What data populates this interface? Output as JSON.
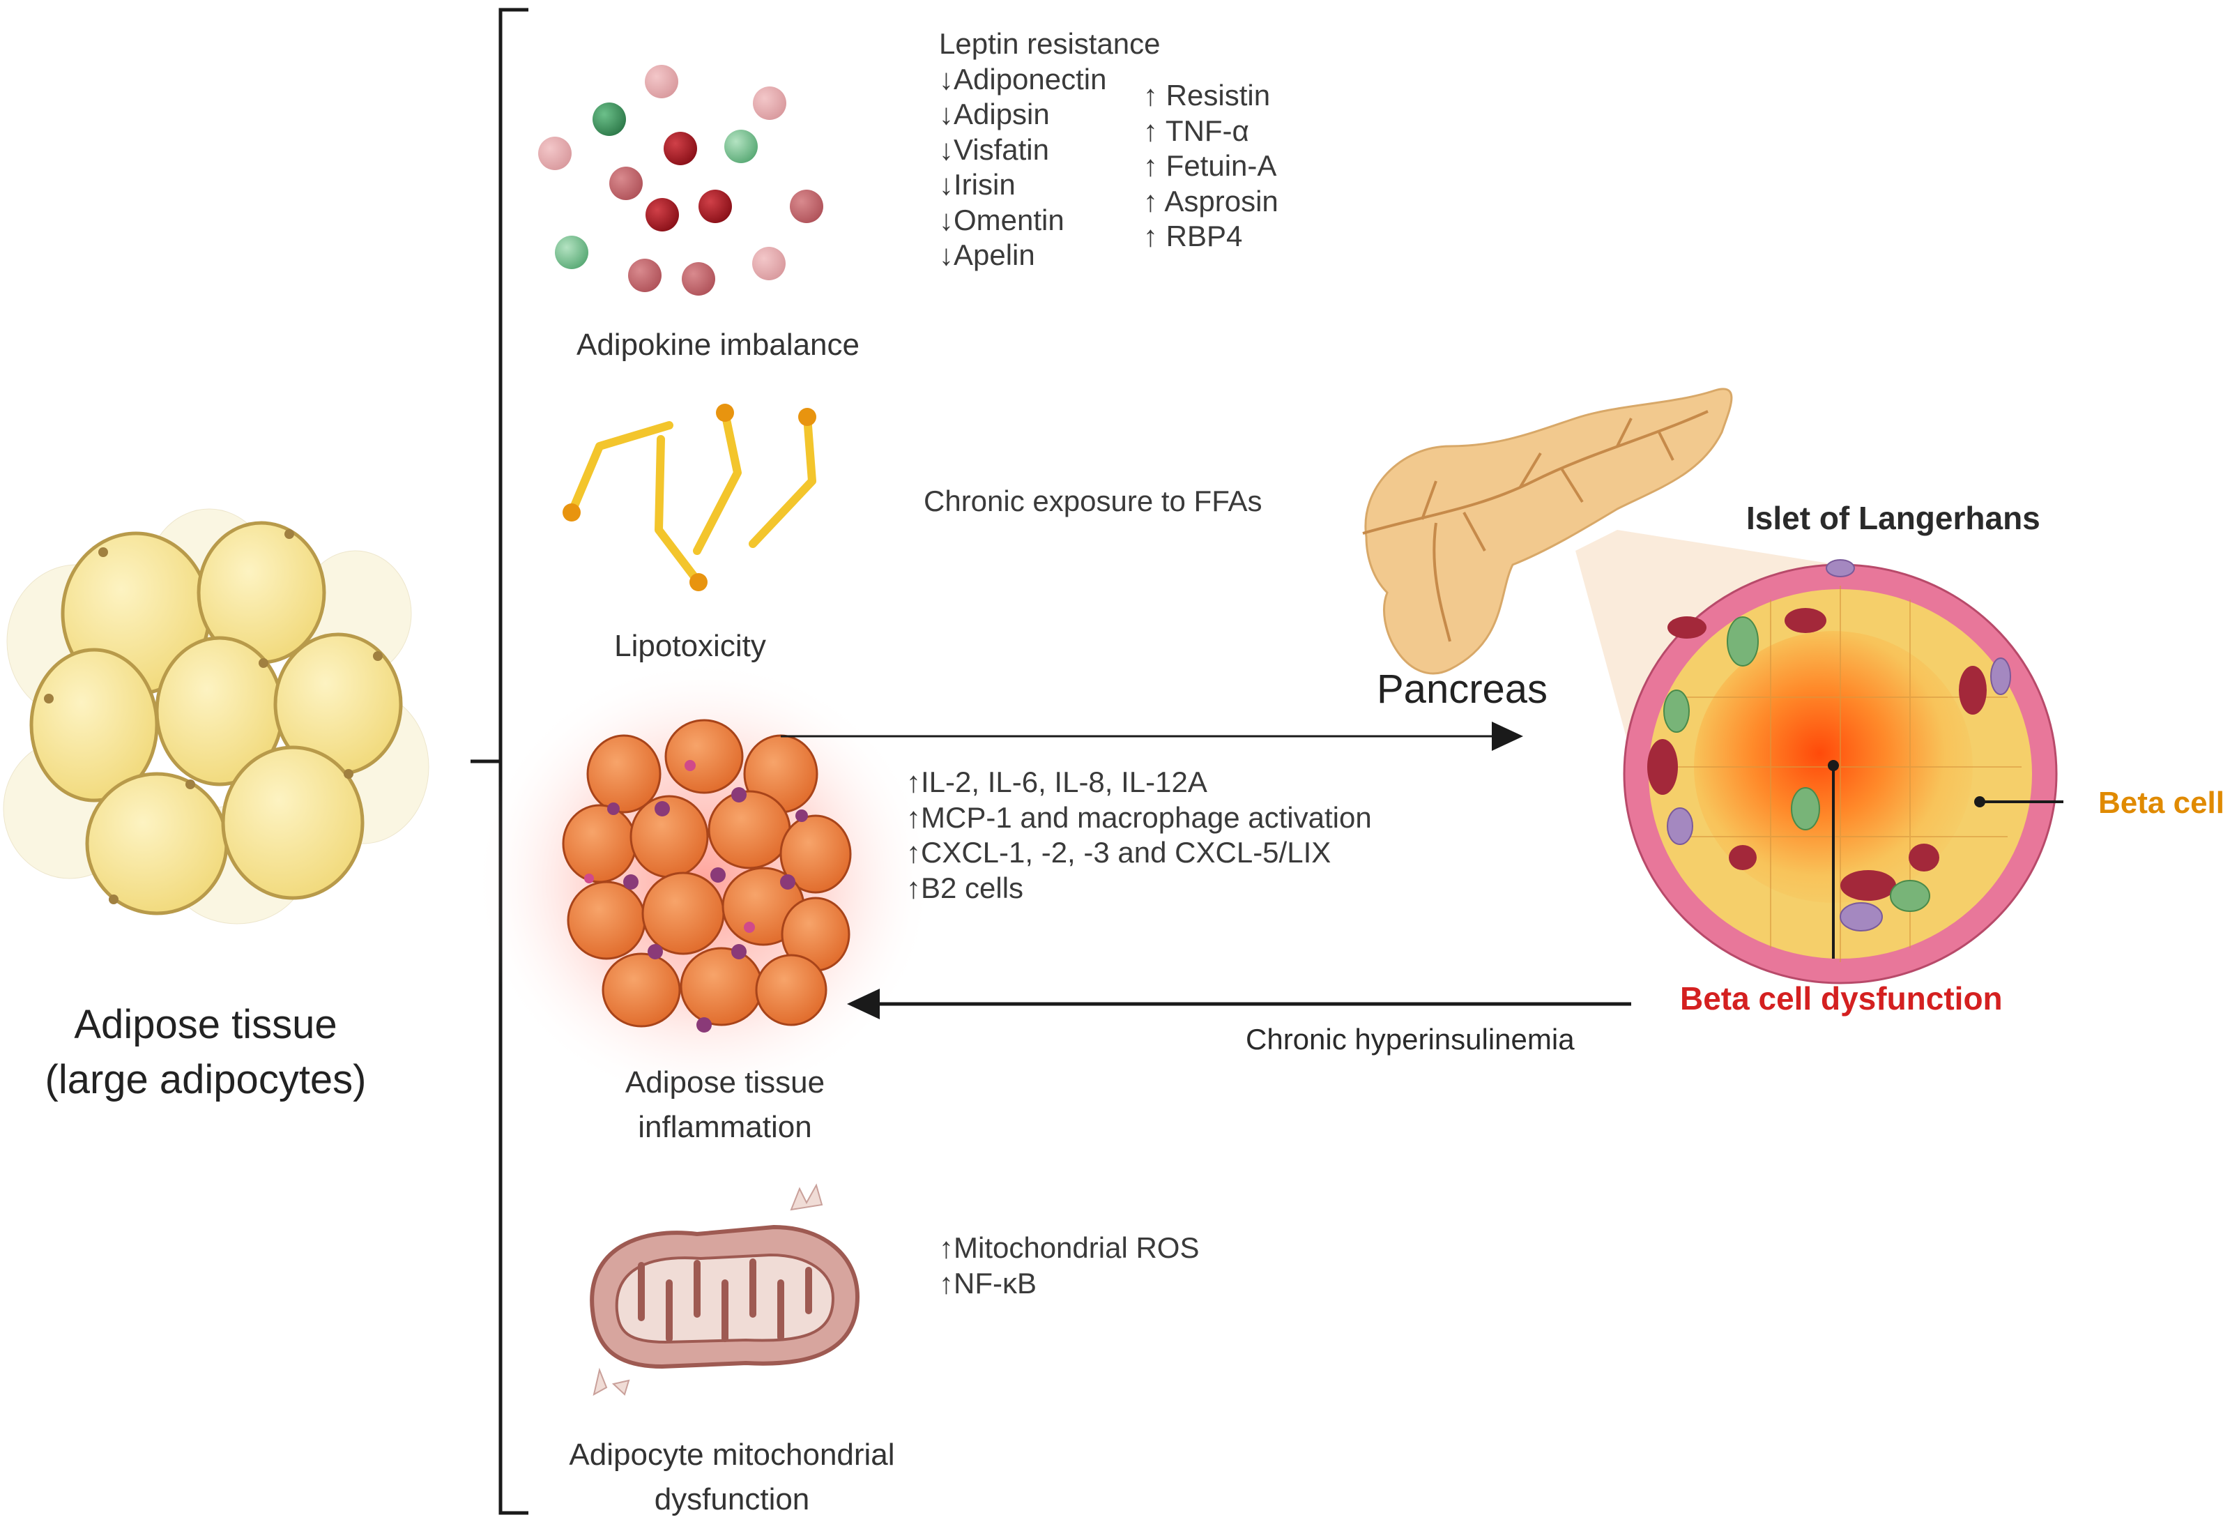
{
  "colors": {
    "adipocyte_fill": "#f8e9a6",
    "adipocyte_stroke": "#b89a4a",
    "lipid_chain": "#f3c52c",
    "lipid_head": "#e8940f",
    "inflammation_cell": "#ec8240",
    "inflammation_glow": "#ff6a5a",
    "pancreas": "#f2c98e",
    "islet_outer": "#e8779a",
    "islet_inner": "#f5cf6a",
    "islet_core": "#ff6a1a",
    "beta_cell_label": "#e08a00",
    "dysfunction_label": "#d42020",
    "mitochondria": "#c98a82",
    "adipokine_dark_red": "#9a1a22",
    "adipokine_light_red": "#e1a0a4",
    "adipokine_green": "#79c592"
  },
  "left": {
    "title_line1": "Adipose tissue",
    "title_line2": "(large adipocytes)"
  },
  "adipokines": {
    "label": "Adipokine imbalance",
    "decreased": [
      "Leptin resistance",
      "↓Adiponectin",
      "↓Adipsin",
      "↓Visfatin",
      "↓Irisin",
      "↓Omentin",
      "↓Apelin"
    ],
    "increased": [
      "↑ Resistin",
      "↑ TNF-α",
      "↑ Fetuin-A",
      "↑ Asprosin",
      "↑ RBP4"
    ]
  },
  "lipotoxicity": {
    "label": "Lipotoxicity",
    "description": "Chronic exposure to FFAs"
  },
  "inflammation": {
    "label_line1": "Adipose tissue",
    "label_line2": "inflammation",
    "items": [
      "↑IL-2, IL-6, IL-8, IL-12A",
      "↑MCP-1 and macrophage activation",
      "↑CXCL-1, -2, -3 and CXCL-5/LIX",
      "↑B2 cells"
    ]
  },
  "mitochondria": {
    "label_line1": "Adipocyte mitochondrial",
    "label_line2": "dysfunction",
    "items": [
      "↑Mitochondrial ROS",
      "↑NF-κB"
    ]
  },
  "pancreas": {
    "label": "Pancreas",
    "islet_label": "Islet of Langerhans",
    "beta_cell_label": "Beta cell",
    "dysfunction_label": "Beta cell dysfunction"
  },
  "feedback": {
    "label": "Chronic hyperinsulinemia"
  }
}
